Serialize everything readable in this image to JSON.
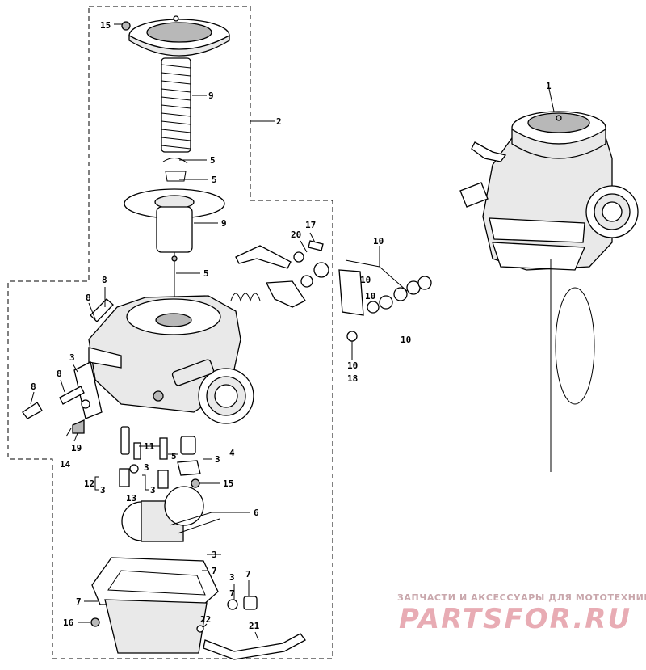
{
  "diagram": {
    "callouts": {
      "c1": "1",
      "c2": "2",
      "c3a": "3",
      "c3b": "3",
      "c3c": "3",
      "c3d": "3",
      "c3e": "3",
      "c3f": "3",
      "c3g": "3",
      "c4": "4",
      "c5a": "5",
      "c5b": "5",
      "c5c": "5",
      "c5d": "5",
      "c6": "6",
      "c7a": "7",
      "c7b": "7",
      "c7c": "7",
      "c7d": "7",
      "c8a": "8",
      "c8b": "8",
      "c8c": "8",
      "c8d": "8",
      "c9a": "9",
      "c9b": "9",
      "c10a": "10",
      "c10b": "10",
      "c10c": "10",
      "c10d": "10",
      "c10e": "10",
      "c11": "11",
      "c12": "12",
      "c13": "13",
      "c14": "14",
      "c15a": "15",
      "c15b": "15",
      "c16": "16",
      "c17": "17",
      "c18": "18",
      "c19": "19",
      "c20": "20",
      "c21": "21",
      "c22": "22"
    }
  },
  "watermark": {
    "tagline": "ЗАПЧАСТИ И АКСЕССУАРЫ ДЛЯ МОТОТЕХНИКИ",
    "brand": "PARTSFOR.RU"
  },
  "colors": {
    "ink": "#000000",
    "watermark": "#cc4658"
  }
}
